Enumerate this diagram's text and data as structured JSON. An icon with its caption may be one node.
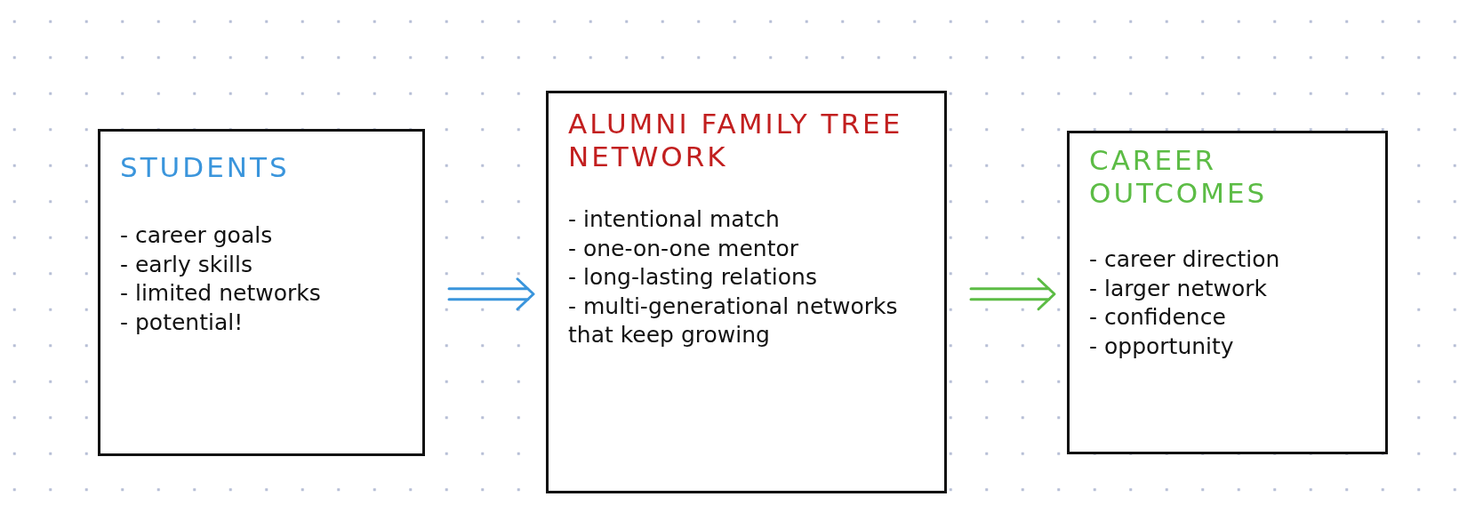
{
  "diagram": {
    "nodes": [
      {
        "text": [
          "STUDENTS",
          "- career goals",
          "- early skills",
          "- limited networks",
          "- potential!"
        ]
      },
      {
        "text": [
          "ALUMNI FAMILY TREE NETWORK",
          "- intentional match",
          "- one-on-one mentor",
          "- long-lasting relations",
          "- multi-generational networks that keep growing"
        ]
      },
      {
        "text": [
          "CAREER OUTCOMES",
          "- career direction",
          "- larger network",
          "- confidence",
          "- opportunity"
        ]
      }
    ],
    "edges": [
      {
        "from": 0,
        "to": 1,
        "arrow": "to",
        "color": "#3a95dc"
      },
      {
        "from": 1,
        "to": 2,
        "arrow": "to",
        "color": "#5cbc45"
      }
    ]
  }
}
